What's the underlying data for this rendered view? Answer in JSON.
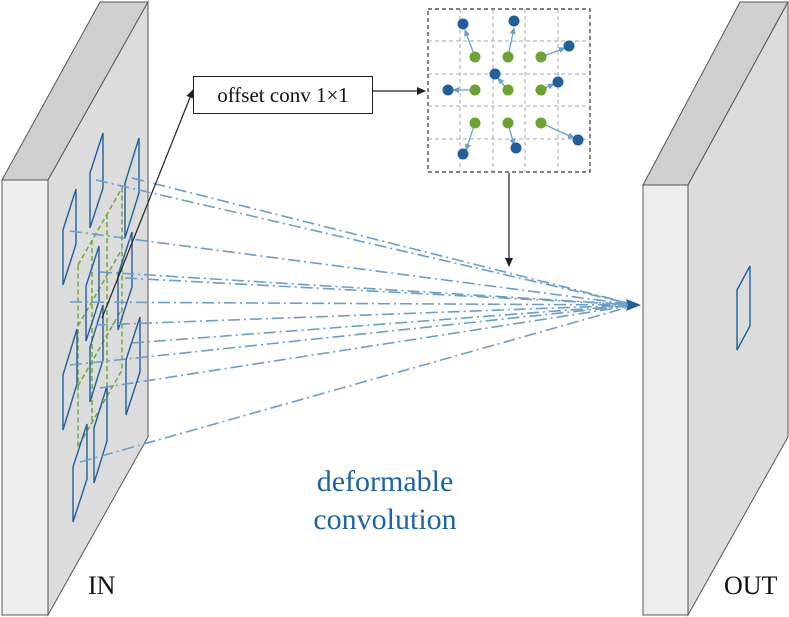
{
  "input_label": "IN",
  "output_label": "OUT",
  "operation_label": "offset conv 1×1",
  "caption_line1": "deformable",
  "caption_line2": "convolution",
  "colors": {
    "panel_face": "#f0f0f0",
    "panel_side": "#d6d6d6",
    "sample_blue": "#1f5f9e",
    "regular_green": "#6aa330",
    "offset_arrow": "#6b9ec8",
    "projection_line": "#6b9ec8",
    "caption_text": "#1e63a6"
  },
  "offset_grid": {
    "rows": 5,
    "cols": 5
  }
}
